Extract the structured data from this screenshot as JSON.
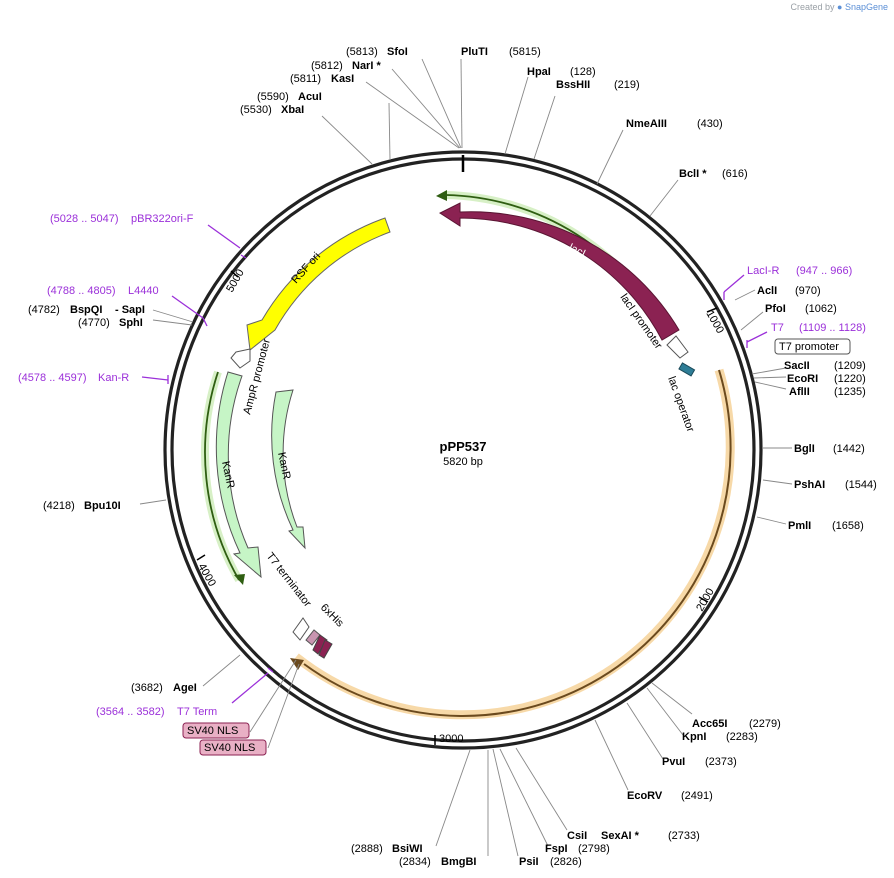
{
  "credit": {
    "prefix": "Created by",
    "brand": "SnapGene"
  },
  "plasmid": {
    "name": "pPP537",
    "length": "5820 bp"
  },
  "ruler": [
    "1000",
    "2000",
    "3000",
    "4000",
    "5000"
  ],
  "enzymes": {
    "sfoi": {
      "name": "SfoI",
      "pos": "(5813)"
    },
    "nari": {
      "name": "NarI *",
      "pos": "(5812)"
    },
    "kasi": {
      "name": "KasI",
      "pos": "(5811)"
    },
    "acui": {
      "name": "AcuI",
      "pos": "(5590)"
    },
    "xbai": {
      "name": "XbaI",
      "pos": "(5530)"
    },
    "pluti": {
      "name": "PluTI",
      "pos": "(5815)"
    },
    "hpai": {
      "name": "HpaI",
      "pos": "(128)"
    },
    "bsshii": {
      "name": "BssHII",
      "pos": "(219)"
    },
    "nmeaiii": {
      "name": "NmeAIII",
      "pos": "(430)"
    },
    "bcli": {
      "name": "BclI *",
      "pos": "(616)"
    },
    "acli": {
      "name": "AclI",
      "pos": "(970)"
    },
    "pfoi": {
      "name": "PfoI",
      "pos": "(1062)"
    },
    "sacii": {
      "name": "SacII",
      "pos": "(1209)"
    },
    "ecori": {
      "name": "EcoRI",
      "pos": "(1220)"
    },
    "aflii": {
      "name": "AflII",
      "pos": "(1235)"
    },
    "bgli": {
      "name": "BglI",
      "pos": "(1442)"
    },
    "pshai": {
      "name": "PshAI",
      "pos": "(1544)"
    },
    "pmli": {
      "name": "PmlI",
      "pos": "(1658)"
    },
    "acc65i": {
      "name": "Acc65I",
      "pos": "(2279)"
    },
    "kpni": {
      "name": "KpnI",
      "pos": "(2283)"
    },
    "pvui": {
      "name": "PvuI",
      "pos": "(2373)"
    },
    "ecorv": {
      "name": "EcoRV",
      "pos": "(2491)"
    },
    "csii": {
      "name": "CsiI",
      "pos": "(2733)"
    },
    "sexai": {
      "name": "SexAI *",
      "pos": ""
    },
    "fspi": {
      "name": "FspI",
      "pos": "(2798)"
    },
    "psii": {
      "name": "PsiI",
      "pos": "(2826)"
    },
    "bsiwi": {
      "name": "BsiWI",
      "pos": "(2888)"
    },
    "bmgbi": {
      "name": "BmgBI",
      "pos": "(2834)"
    },
    "agei": {
      "name": "AgeI",
      "pos": "(3682)"
    },
    "bpu10i": {
      "name": "Bpu10I",
      "pos": "(4218)"
    },
    "bspqi": {
      "name": "BspQI",
      "pos": "(4782)"
    },
    "sapi": {
      "name": "- SapI",
      "pos": ""
    },
    "sphi": {
      "name": "SphI",
      "pos": "(4770)"
    }
  },
  "primers": {
    "pbr322": {
      "name": "pBR322ori-F",
      "range": "(5028 .. 5047)"
    },
    "l4440": {
      "name": "L4440",
      "range": "(4788 .. 4805)"
    },
    "kanr": {
      "name": "Kan-R",
      "range": "(4578 .. 4597)"
    },
    "t7term": {
      "name": "T7 Term",
      "range": "(3564 .. 3582)"
    },
    "laci": {
      "name": "LacI-R",
      "range": "(947 .. 966)"
    },
    "t7": {
      "name": "T7",
      "range": "(1109 .. 1128)"
    }
  },
  "features": {
    "laci": "lacI",
    "laci_promoter": "lacI promoter",
    "lac_operator": "lac operator",
    "t7_promoter": "T7 promoter",
    "rsf_ori": "RSF ori",
    "ampr_promoter": "AmpR promoter",
    "kanr_outer": "KanR",
    "kanr_inner": "KanR",
    "t7_terminator": "T7 terminator",
    "sixhis": "6xHis",
    "sv40_a": "SV40 NLS",
    "sv40_b": "SV40 NLS"
  },
  "colors": {
    "laci": "#8b2252",
    "rsf_ori": "#ffff00",
    "kanr": "#c6f5c6",
    "primer": "#9b30d9",
    "orf": "#e8a83a",
    "orf_green": "#7ab648",
    "lac_operator": "#2e7d96",
    "sv40": "#e9b0c5"
  }
}
